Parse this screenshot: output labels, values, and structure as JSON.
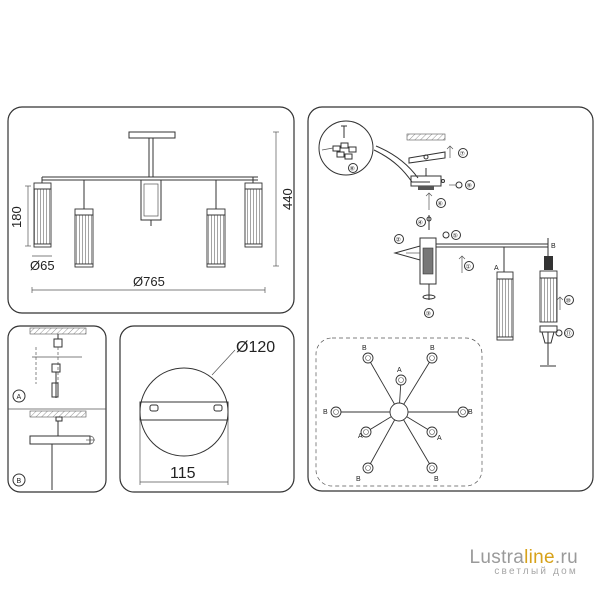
{
  "dimensions": {
    "shade_height": "180",
    "total_height": "440",
    "shade_diameter": "Ø65",
    "total_width": "Ø765",
    "canopy_diameter": "Ø120",
    "mount_spacing": "115"
  },
  "mount_labels": {
    "a": "A",
    "b": "B"
  },
  "steps": [
    "①",
    "②",
    "③",
    "④",
    "⑤",
    "⑥",
    "⑦",
    "⑧",
    "⑨",
    "⑩",
    "⑪"
  ],
  "layout_labels": {
    "top": "B",
    "top_center": "A",
    "top_right": "B",
    "left": "B",
    "right": "B",
    "bottom_left_a": "A",
    "bottom_right_a": "A",
    "bottom_left": "B",
    "bottom_right": "B"
  },
  "assembly_labels": {
    "shade_a": "A",
    "shade_b": "B"
  },
  "brand": {
    "name_main": "Lustra",
    "name_accent": "line",
    "name_tld": ".ru",
    "tagline": "светлый дом"
  }
}
